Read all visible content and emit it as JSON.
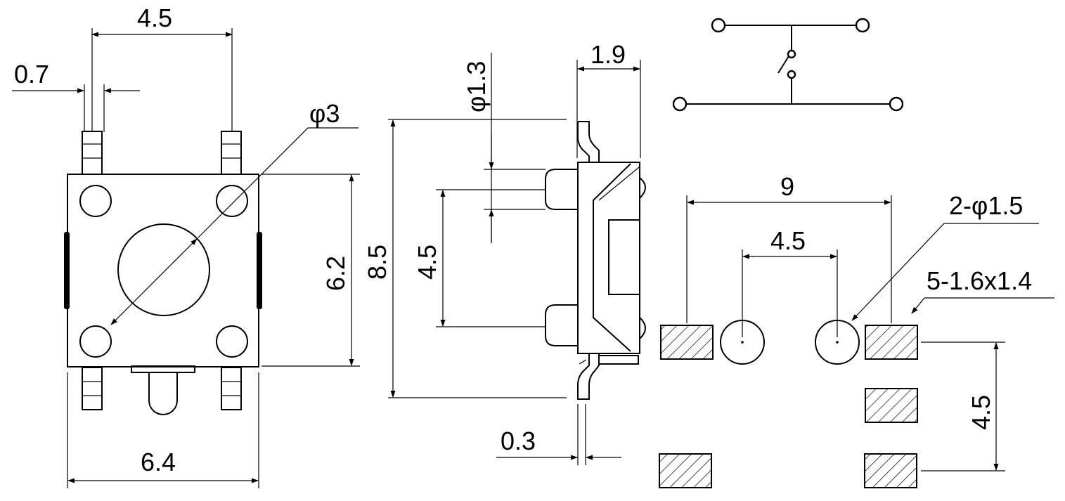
{
  "dimensions": {
    "top_view": {
      "pin_pitch": "4.5",
      "pin_width": "0.7",
      "button_diameter": "φ3",
      "body_height": "6.2",
      "body_width": "6.4"
    },
    "side_view": {
      "post_diameter": "φ1.3",
      "thickness": "1.9",
      "overall_length": "8.5",
      "post_spacing": "4.5",
      "lead_thickness": "0.3"
    },
    "footprint": {
      "pad_span": "9",
      "hole_spacing": "4.5",
      "hole_callout": "2-φ1.5",
      "pad_callout": "5-1.6x1.4",
      "pad_vertical_spacing": "4.5"
    }
  }
}
